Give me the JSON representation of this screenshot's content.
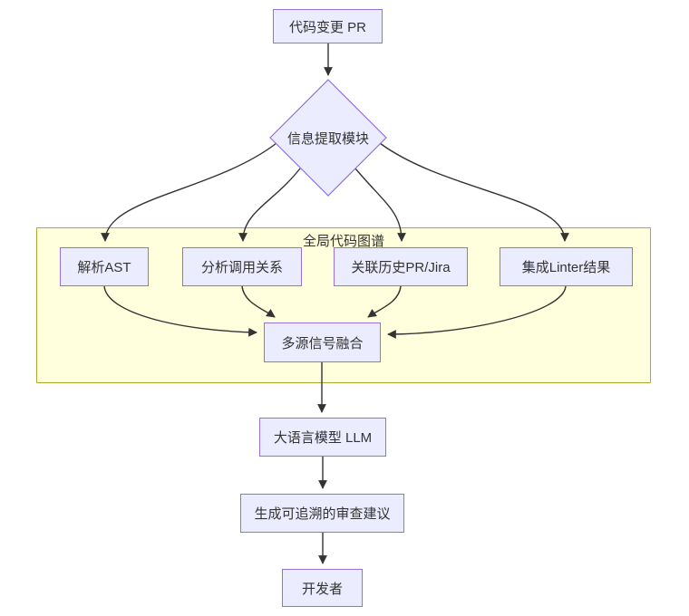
{
  "diagram": {
    "type": "flowchart",
    "cluster": {
      "title": "全局代码图谱"
    },
    "nodes": {
      "pr": {
        "label": "代码变更 PR",
        "shape": "rect"
      },
      "extract": {
        "label": "信息提取模块",
        "shape": "diamond"
      },
      "ast": {
        "label": "解析AST",
        "shape": "rect"
      },
      "calls": {
        "label": "分析调用关系",
        "shape": "rect"
      },
      "history": {
        "label": "关联历史PR/Jira",
        "shape": "rect"
      },
      "linter": {
        "label": "集成Linter结果",
        "shape": "rect"
      },
      "fusion": {
        "label": "多源信号融合",
        "shape": "rect"
      },
      "llm": {
        "label": "大语言模型 LLM",
        "shape": "rect"
      },
      "advice": {
        "label": "生成可追溯的审查建议",
        "shape": "rect"
      },
      "developer": {
        "label": "开发者",
        "shape": "rect"
      }
    },
    "edges": [
      {
        "from": "代码变更 PR",
        "to": "信息提取模块"
      },
      {
        "from": "信息提取模块",
        "to": "解析AST"
      },
      {
        "from": "信息提取模块",
        "to": "分析调用关系"
      },
      {
        "from": "信息提取模块",
        "to": "关联历史PR/Jira"
      },
      {
        "from": "信息提取模块",
        "to": "集成Linter结果"
      },
      {
        "from": "解析AST",
        "to": "多源信号融合"
      },
      {
        "from": "分析调用关系",
        "to": "多源信号融合"
      },
      {
        "from": "关联历史PR/Jira",
        "to": "多源信号融合"
      },
      {
        "from": "集成Linter结果",
        "to": "多源信号融合"
      },
      {
        "from": "多源信号融合",
        "to": "大语言模型 LLM"
      },
      {
        "from": "大语言模型 LLM",
        "to": "生成可追溯的审查建议"
      },
      {
        "from": "生成可追溯的审查建议",
        "to": "开发者"
      }
    ],
    "colors": {
      "node_fill": "#ececff",
      "node_border": "#9370db",
      "cluster_fill": "#ffffde",
      "cluster_border": "#aaaa33",
      "edge": "#333333",
      "text": "#333333",
      "background": "#ffffff"
    }
  }
}
